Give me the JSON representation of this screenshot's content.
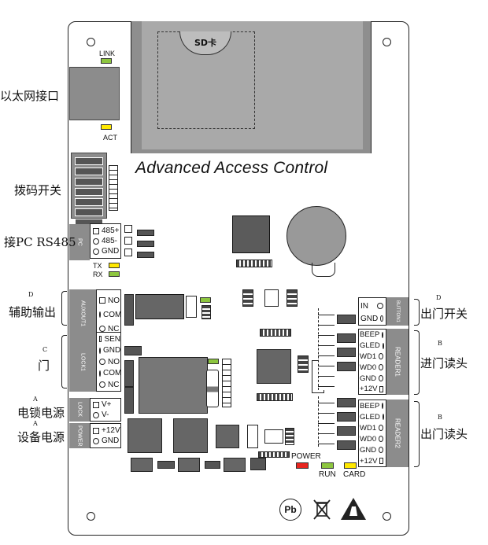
{
  "board": {
    "title": "Advanced Access Control",
    "sd_label": "SD卡"
  },
  "side_labels": {
    "ethernet": "以太网接口",
    "dip": "拨码开关",
    "pc": "接PC RS485",
    "aux_letter": "D",
    "aux": "辅助输出",
    "door_letter": "C",
    "door": "门",
    "lock_letter": "A",
    "lock": "电锁电源",
    "dev_letter": "A",
    "dev": "设备电源",
    "exit_letter": "D",
    "exit": "出门开关",
    "reader1_letter": "B",
    "reader1": "进门读头",
    "reader2_letter": "B",
    "reader2": "出门读头"
  },
  "leds": {
    "link": "LINK",
    "act": "ACT",
    "tx": "TX",
    "rx": "RX",
    "power": "POWER",
    "run": "RUN",
    "card": "CARD",
    "colors": {
      "green": "#8dc63f",
      "yellow": "#ffe800",
      "red": "#e8251f"
    }
  },
  "connectors": {
    "pc": {
      "name": "PC",
      "pins": [
        "485+",
        "485-",
        "GND"
      ]
    },
    "aux": {
      "name": "AUXOUT1",
      "pins": [
        "NO",
        "COM",
        "NC"
      ]
    },
    "lock1": {
      "name": "LOCK1",
      "pins": [
        "SEN",
        "GND",
        "NO",
        "COM",
        "NC"
      ]
    },
    "lock": {
      "name": "LOCK",
      "pins": [
        "V+",
        "V-"
      ]
    },
    "power": {
      "name": "POWER",
      "pins": [
        "+12V",
        "GND"
      ]
    },
    "button": {
      "name": "BUTTON1",
      "pins": [
        "IN",
        "GND"
      ]
    },
    "reader1": {
      "name": "READER1",
      "pins": [
        "BEEP",
        "GLED",
        "WD1",
        "WD0",
        "GND",
        "+12V"
      ]
    },
    "reader2": {
      "name": "READER2",
      "pins": [
        "BEEP",
        "GLED",
        "WD1",
        "WD0",
        "GND",
        "+12V"
      ]
    }
  },
  "symbols": {
    "pb": "Pb"
  }
}
